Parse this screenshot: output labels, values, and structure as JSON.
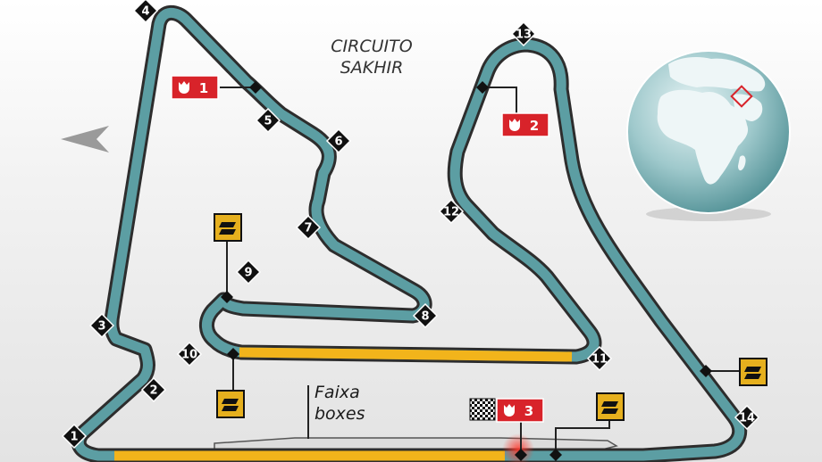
{
  "title": [
    "CIRCUITO",
    "SAKHIR"
  ],
  "pit_lane_label": [
    "Faixa",
    "boxes"
  ],
  "colors": {
    "track_outline": "#2d2d2d",
    "track_fill": "#5c9ea3",
    "straight_fill": "#f2b41b",
    "turn_marker": "#111111",
    "speed_zone": "#d8232a",
    "drs_marker": "#e6b01e",
    "globe_ocean": "#5c9ea3",
    "globe_land": "#e9f2f3"
  },
  "turns": [
    "1",
    "2",
    "3",
    "4",
    "5",
    "6",
    "7",
    "8",
    "9",
    "10",
    "11",
    "12",
    "13",
    "14"
  ],
  "speed_zones": [
    "1",
    "2",
    "3"
  ],
  "drs_markers": [
    "drs-1",
    "drs-2",
    "drs-3",
    "drs-4"
  ],
  "icons": {
    "direction": "direction-arrow-icon",
    "finish": "checkered-flag-icon",
    "globe": "globe-icon",
    "drs": "drs-icon",
    "speed_trap": "speed-trap-icon"
  }
}
